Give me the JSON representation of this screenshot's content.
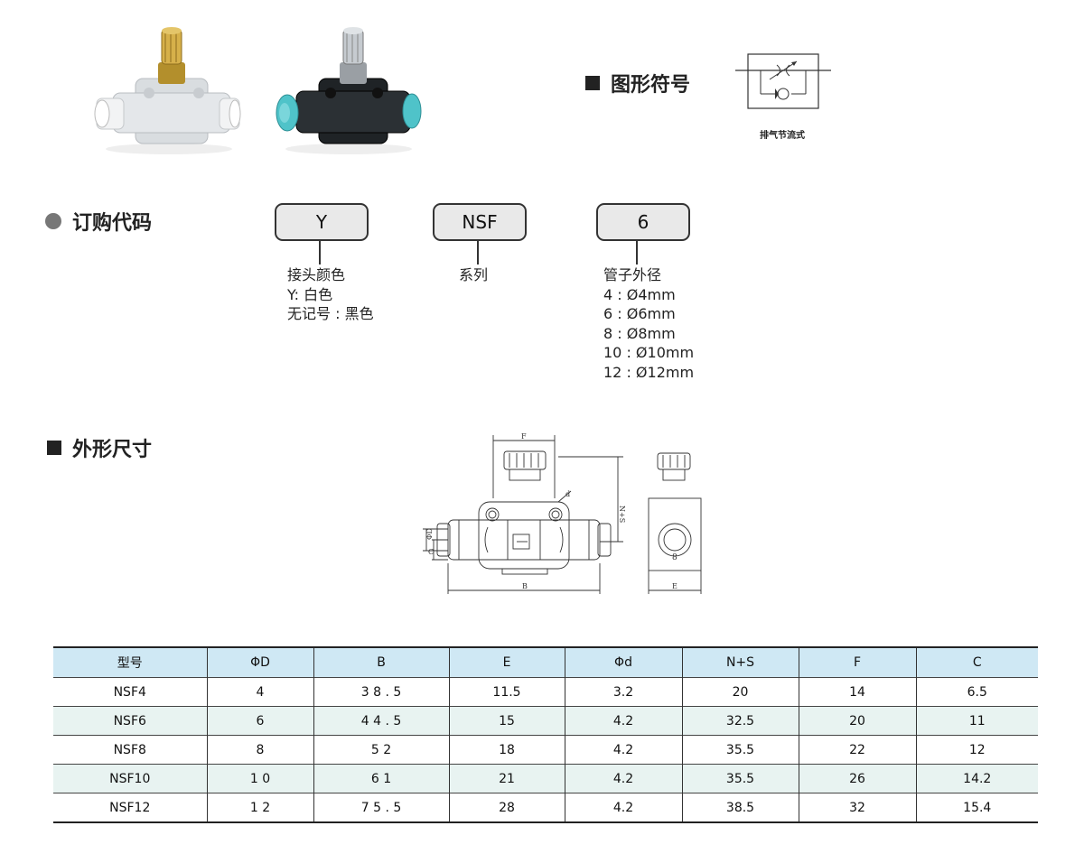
{
  "symbol_section": {
    "title": "图形符号",
    "caption": "排气节流式"
  },
  "order_section": {
    "title": "订购代码",
    "codes": [
      {
        "code": "Y",
        "desc": [
          "接头颜色",
          "Y: 白色",
          "无记号 : 黑色"
        ]
      },
      {
        "code": "NSF",
        "desc": [
          "系列"
        ]
      },
      {
        "code": "6",
        "desc": [
          "管子外径",
          "4 : Ø4mm",
          "6 : Ø6mm",
          "8 : Ø8mm",
          "10 : Ø10mm",
          "12 : Ø12mm"
        ]
      }
    ]
  },
  "dimension_section": {
    "title": "外形尺寸",
    "drawing_labels": {
      "F": "F",
      "NS": "N+S",
      "d": "d",
      "D": "ΦD",
      "C": "C",
      "B": "B",
      "E": "E",
      "side": "8"
    }
  },
  "table": {
    "headers": [
      "型号",
      "ΦD",
      "B",
      "E",
      "Φd",
      "N+S",
      "F",
      "C"
    ],
    "rows": [
      [
        "NSF4",
        "4",
        "3 8 . 5",
        "11.5",
        "3.2",
        "20",
        "14",
        "6.5"
      ],
      [
        "NSF6",
        "6",
        "4 4 . 5",
        "15",
        "4.2",
        "32.5",
        "20",
        "11"
      ],
      [
        "NSF8",
        "8",
        "5 2",
        "18",
        "4.2",
        "35.5",
        "22",
        "12"
      ],
      [
        "NSF10",
        "1 0",
        "6 1",
        "21",
        "4.2",
        "35.5",
        "26",
        "14.2"
      ],
      [
        "NSF12",
        "1 2",
        "7 5 . 5",
        "28",
        "4.2",
        "38.5",
        "32",
        "15.4"
      ]
    ]
  },
  "colors": {
    "table_header": "#cfe8f4",
    "table_alt_row": "#e8f3f1",
    "fitting_cyan": "#4fc3c9",
    "brass": "#c9a23a"
  }
}
